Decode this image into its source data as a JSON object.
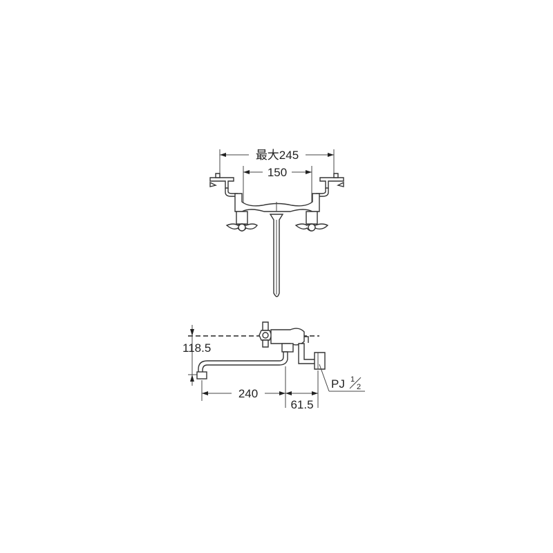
{
  "dimensions": {
    "top_max_width": "最大245",
    "top_center_width": "150",
    "side_height": "118.5",
    "side_spout_length": "240",
    "side_offset": "61.5",
    "side_pipe_prefix": "PJ",
    "side_pipe_fraction_num": "1",
    "side_pipe_fraction_den": "2"
  }
}
